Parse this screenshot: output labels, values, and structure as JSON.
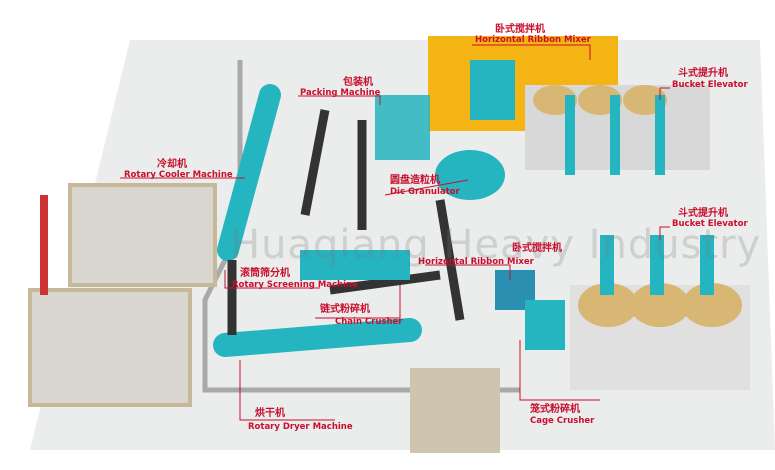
{
  "watermark": "Huaqiang Heavy Industry",
  "colors": {
    "label": "#c8102e",
    "machine": "#25b5c0",
    "floor": "#e9eaea",
    "mixer_pad": "#f3b414",
    "disc": "#d8b673"
  },
  "labels": [
    {
      "zh": "卧式搅拌机",
      "en": "Horizontal Ribbon Mixer"
    },
    {
      "zh": "斗式提升机",
      "en": "Bucket Elevator"
    },
    {
      "zh": "包装机",
      "en": "Packing Machine"
    },
    {
      "zh": "冷却机",
      "en": "Rotary Cooler Machine"
    },
    {
      "zh": "圆盘造粒机",
      "en": "Dic Granulator"
    },
    {
      "zh": "斗式提升机",
      "en": "Bucket Elevator"
    },
    {
      "zh": "卧式搅拌机",
      "en": "Horizontal Ribbon Mixer"
    },
    {
      "zh": "滚筒筛分机",
      "en": "Rotary Screening Machine"
    },
    {
      "zh": "链式粉碎机",
      "en": "Chain Crusher"
    },
    {
      "zh": "烘干机",
      "en": "Rotary Dryer Machine"
    },
    {
      "zh": "笼式粉碎机",
      "en": "Cage Crusher"
    }
  ]
}
